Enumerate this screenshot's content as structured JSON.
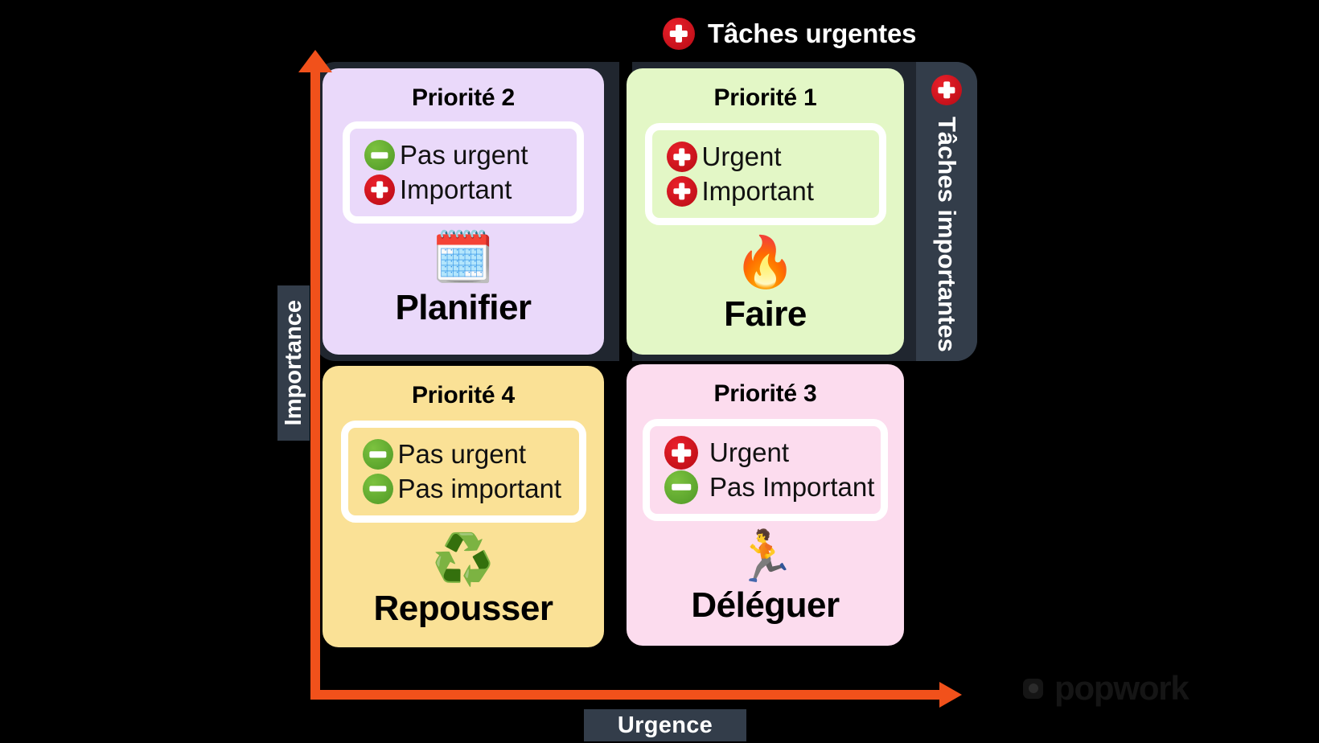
{
  "header": {
    "urgent_icon": "plus-badge-icon",
    "urgent_label": "Tâches urgentes"
  },
  "right_strip": {
    "icon": "plus-badge-icon",
    "label": "Tâches importantes"
  },
  "axes": {
    "vertical_label": "Importance",
    "horizontal_label": "Urgence",
    "vertical_arrow_icon": "arrow-up-icon",
    "horizontal_arrow_icon": "arrow-right-icon",
    "axis_color": "#F1511B"
  },
  "quadrants": [
    {
      "id": "priorite-2",
      "title": "Priorité 2",
      "criteria": [
        {
          "sign": "minus",
          "text": "Pas urgent"
        },
        {
          "sign": "plus",
          "text": "Important"
        }
      ],
      "emoji": "🗓️",
      "emoji_name": "calendar-clock-icon",
      "action": "Planifier",
      "bg_color": "#EAD9FA"
    },
    {
      "id": "priorite-1",
      "title": "Priorité 1",
      "criteria": [
        {
          "sign": "plus",
          "text": "Urgent"
        },
        {
          "sign": "plus",
          "text": "Important"
        }
      ],
      "emoji": "🔥",
      "emoji_name": "fire-icon",
      "action": "Faire",
      "bg_color": "#E3F7C6"
    },
    {
      "id": "priorite-4",
      "title": "Priorité 4",
      "criteria": [
        {
          "sign": "minus",
          "text": "Pas urgent"
        },
        {
          "sign": "minus",
          "text": "Pas important"
        }
      ],
      "emoji": "♻️",
      "emoji_name": "recycle-bin-icon",
      "action": "Repousser",
      "bg_color": "#FAE196"
    },
    {
      "id": "priorite-3",
      "title": "Priorité 3",
      "criteria": [
        {
          "sign": "plus",
          "text": "Urgent"
        },
        {
          "sign": "minus",
          "text": "Pas Important"
        }
      ],
      "emoji": "🏃",
      "emoji_name": "relay-race-icon",
      "action": "Déléguer",
      "bg_color": "#FCDCEE"
    }
  ],
  "logo": {
    "mark": "popwork-mark-icon",
    "text": "popwork"
  }
}
